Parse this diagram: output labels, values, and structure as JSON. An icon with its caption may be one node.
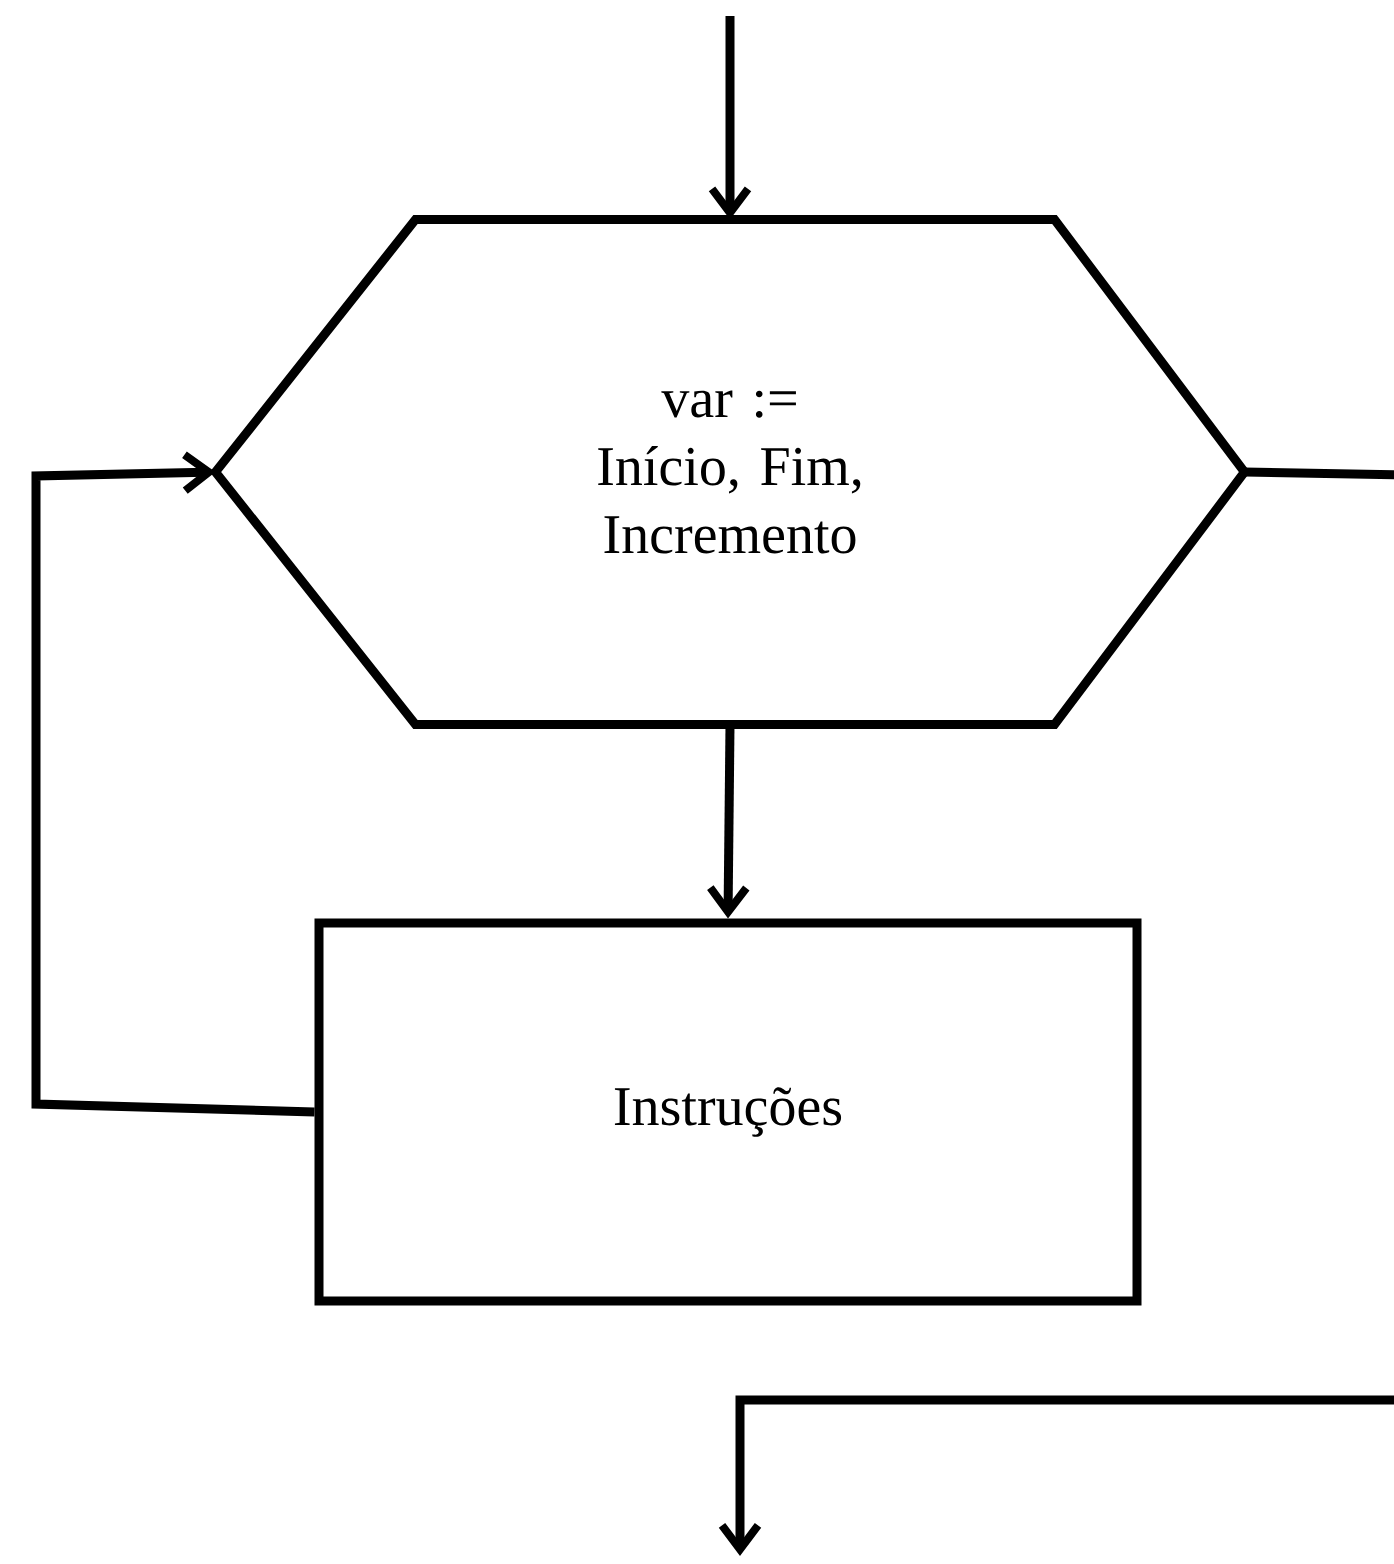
{
  "diagram": {
    "nodes": [
      {
        "text": [
          "var := Início, Fim, Incremento"
        ]
      },
      {
        "text": [
          "Instruções"
        ]
      }
    ],
    "edges": [
      {
        "from": null,
        "to": 0,
        "arrow": "to"
      },
      {
        "from": 0,
        "to": 1,
        "arrow": "to"
      },
      {
        "from": 1,
        "to": 0,
        "arrow": "to"
      },
      {
        "from": 0,
        "to": null,
        "arrow": "to"
      }
    ]
  }
}
